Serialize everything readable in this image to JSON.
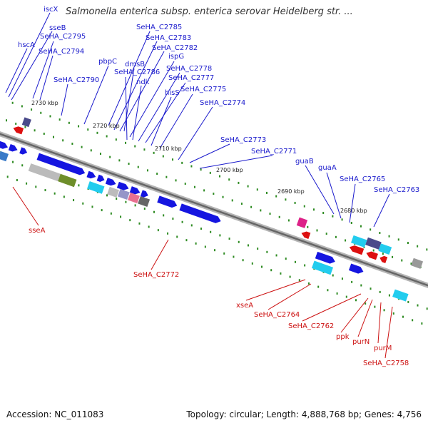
{
  "title": "Salmonella enterica subsp. enterica serovar Heidelberg str. ...",
  "footer": {
    "accession": "Accession: NC_011083",
    "topology": "Topology: circular; Length: 4,888,768 bp; Genes: 4,756"
  },
  "colors": {
    "forward": "#1515e0",
    "reverse": "#dd1010",
    "backbone": "#8a8a8a",
    "tick": "#2e8b22"
  },
  "kbp_labels": [
    "2730 kbp",
    "2720 kbp",
    "2710 kbp",
    "2700 kbp",
    "2690 kbp",
    "2680 kbp"
  ],
  "forward_labels": [
    "iscX",
    "sseB",
    "hscA",
    "SeHA_C2795",
    "SeHA_C2794",
    "SeHA_C2790",
    "pbpC",
    "SeHA_C2785",
    "SeHA_C2783",
    "SeHA_C2782",
    "dmsB",
    "ispG",
    "SeHA_C2786",
    "ndk",
    "SeHA_C2778",
    "SeHA_C2777",
    "hisS",
    "SeHA_C2775",
    "SeHA_C2774",
    "SeHA_C2773",
    "SeHA_C2771",
    "guaB",
    "guaA",
    "SeHA_C2765",
    "SeHA_C2763"
  ],
  "reverse_labels": [
    "sseA",
    "SeHA_C2772",
    "xseA",
    "SeHA_C2764",
    "SeHA_C2762",
    "ppk",
    "purN",
    "purM",
    "SeHA_C2758"
  ]
}
